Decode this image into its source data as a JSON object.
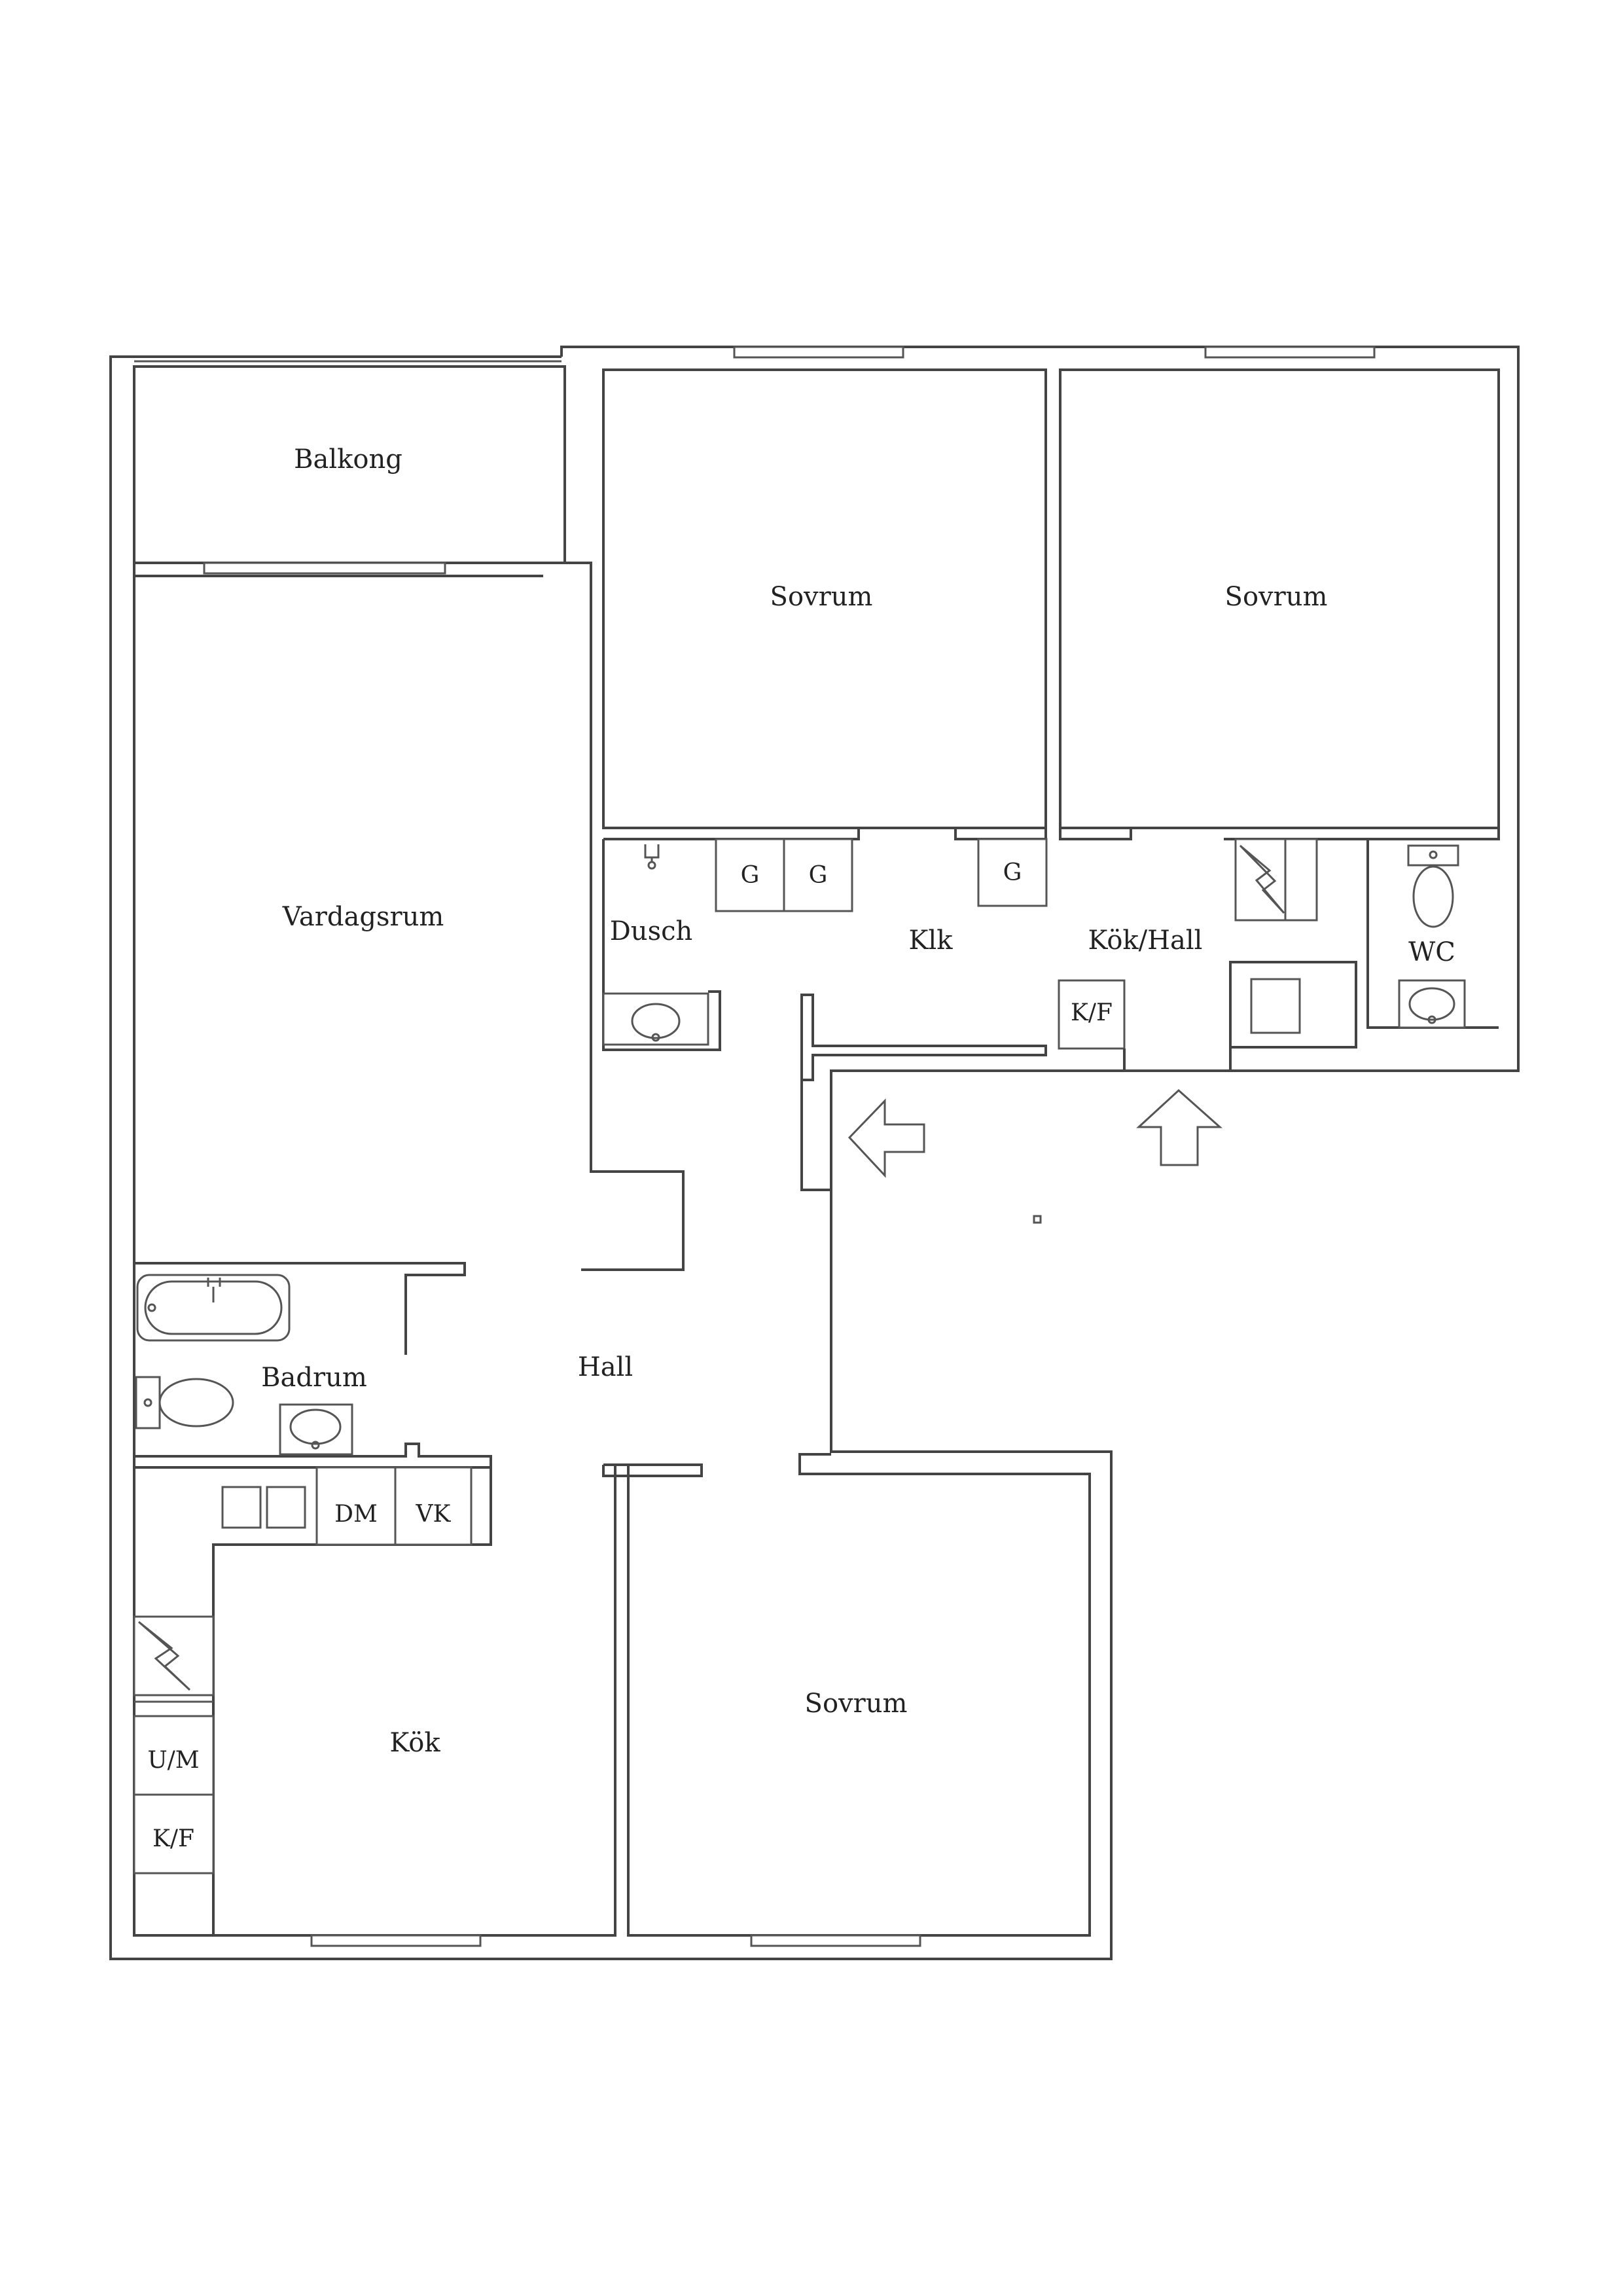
{
  "rooms": {
    "balkong": "Balkong",
    "vardagsrum": "Vardagsrum",
    "sovrum_1": "Sovrum",
    "sovrum_2": "Sovrum",
    "sovrum_3": "Sovrum",
    "dusch": "Dusch",
    "klk": "Klk",
    "kok_hall": "Kök/Hall",
    "wc": "WC",
    "badrum": "Badrum",
    "hall": "Hall",
    "kok": "Kök"
  },
  "fixtures": {
    "wardrobe_1": "G",
    "wardrobe_2": "G",
    "wardrobe_3": "G",
    "fridge_freezer_upper": "K/F",
    "dishwasher": "DM",
    "washing_machine": "VK",
    "oven_microwave": "U/M",
    "fridge_freezer_lower": "K/F"
  }
}
